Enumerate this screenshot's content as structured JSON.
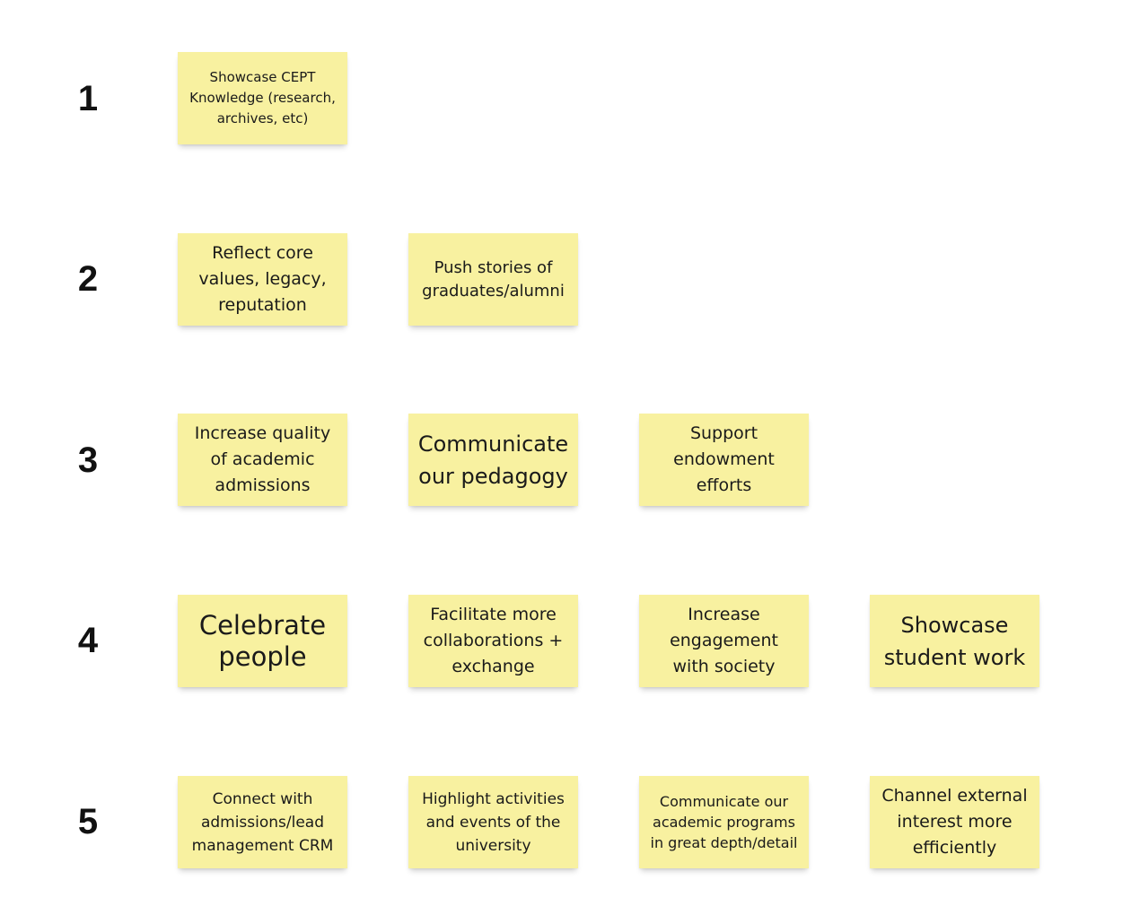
{
  "rows": [
    {
      "label": "1",
      "notes": [
        "Showcase CEPT\nKnowledge (research,\narchives, etc)"
      ]
    },
    {
      "label": "2",
      "notes": [
        "Reflect core\nvalues, legacy,\nreputation",
        "Push stories of\ngraduates/alumni"
      ]
    },
    {
      "label": "3",
      "notes": [
        "Increase quality\nof academic\nadmissions",
        "Communicate\nour pedagogy",
        "Support\nendowment\nefforts"
      ]
    },
    {
      "label": "4",
      "notes": [
        "Celebrate\npeople",
        "Facilitate more\ncollaborations +\nexchange",
        "Increase\nengagement\nwith society",
        "Showcase\nstudent work"
      ]
    },
    {
      "label": "5",
      "notes": [
        "Connect with\nadmissions/lead\nmanagement CRM",
        "Highlight activities\nand events of the\nuniversity",
        "Communicate our\nacademic programs\nin great depth/detail",
        "Channel external\ninterest more\nefficiently"
      ]
    }
  ],
  "colors": {
    "note_background": "#f8f1a0",
    "text": "#1a1a1a",
    "page_background": "#ffffff"
  }
}
